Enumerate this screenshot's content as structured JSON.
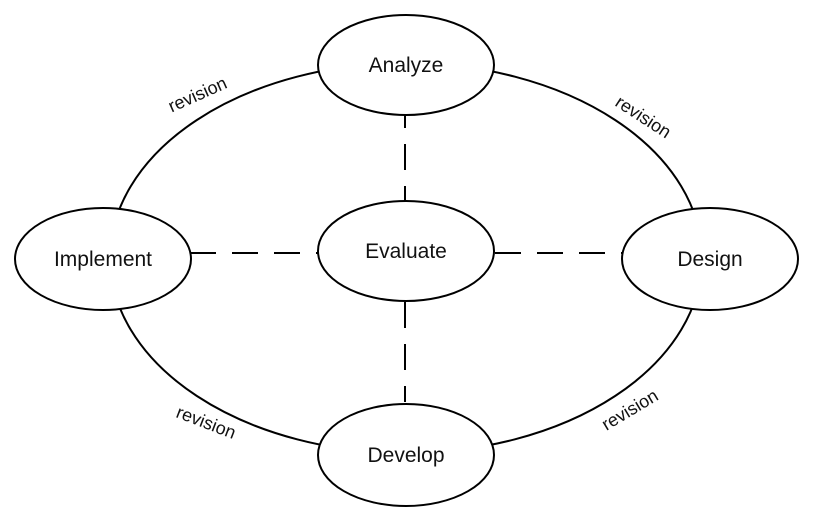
{
  "nodes": {
    "analyze": "Analyze",
    "design": "Design",
    "develop": "Develop",
    "implement": "Implement",
    "evaluate": "Evaluate"
  },
  "edges": {
    "analyze_design": "revision",
    "design_develop": "revision",
    "develop_implement": "revision",
    "implement_analyze": "revision"
  },
  "colors": {
    "stroke": "#000000",
    "fill": "#ffffff"
  }
}
